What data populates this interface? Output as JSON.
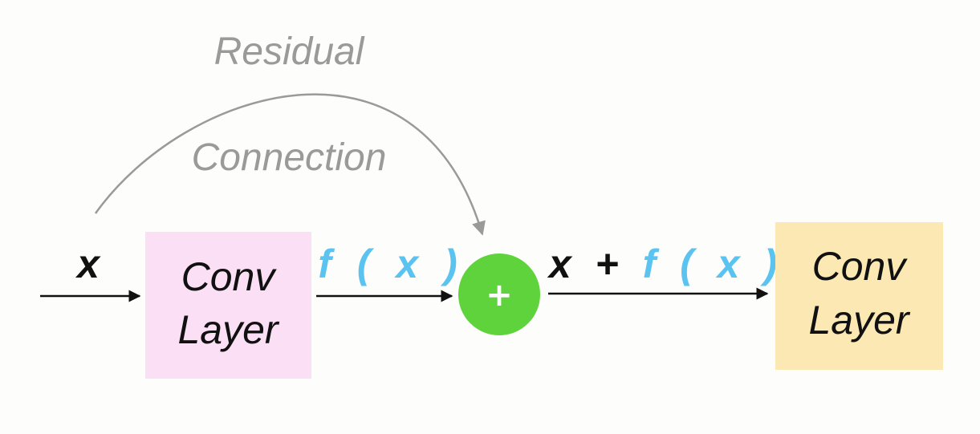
{
  "colors": {
    "background": "#fdfdfb",
    "conv_box_1": "#fbdff5",
    "conv_box_2": "#fbe8b3",
    "add_node": "#5ed33c",
    "fx_text": "#5ac3ef",
    "residual_text": "#9a9a9a",
    "residual_arrow": "#9a9a9a",
    "arrows": "#111111",
    "text": "#111111"
  },
  "input": {
    "label": "x"
  },
  "conv_layer_1": {
    "line1": "Conv",
    "line2": "Layer"
  },
  "fx_label": {
    "f": "f",
    "open_paren": "(",
    "x": "x",
    "close_paren": ")"
  },
  "residual": {
    "line1": "Residual",
    "line2": "Connection"
  },
  "add_node": {
    "symbol": "+"
  },
  "sum_label": {
    "x": "x",
    "plus": "+",
    "f": "f",
    "open_paren": "(",
    "fx": "x",
    "close_paren": ")"
  },
  "conv_layer_2": {
    "line1": "Conv",
    "line2": "Layer"
  }
}
